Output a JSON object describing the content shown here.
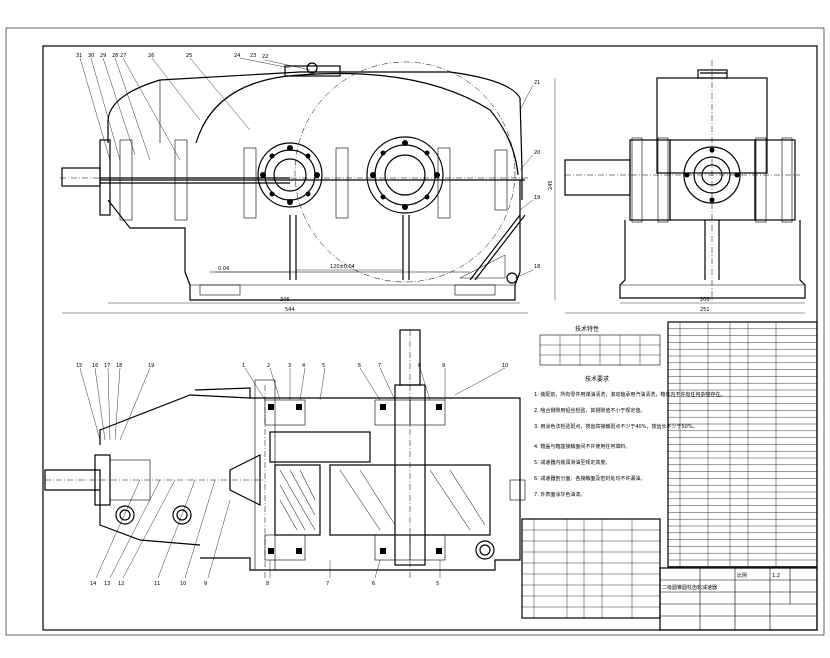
{
  "title_block": {
    "technical_characteristics_heading": "技术特性",
    "technical_requirements_heading": "技术要求",
    "requirements": [
      "1. 装配前，所有零件用煤油清洗，滚动轴承用汽油清洗，箱体内不许有任何杂物存在。",
      "2. 啮合侧隙用铅丝检验，其侧隙值不小于规定值。",
      "3. 用涂色法检验斑点，按齿高接触斑点不少于40%，按齿长不少于50%。",
      "4. 箱盖与箱座接触面间不许使用任何填料。",
      "5. 减速器内装润滑油至规定高度。",
      "6. 减速器剖分面、各接触面及密封处均不许漏油。",
      "7. 外表面涂灰色油漆。"
    ],
    "drawing_name": "二级圆锥圆柱齿轮减速器",
    "scale_label": "比例",
    "scale_value": "1:2"
  },
  "parts_list_rows": 36,
  "lower_parts_rows": 9
}
